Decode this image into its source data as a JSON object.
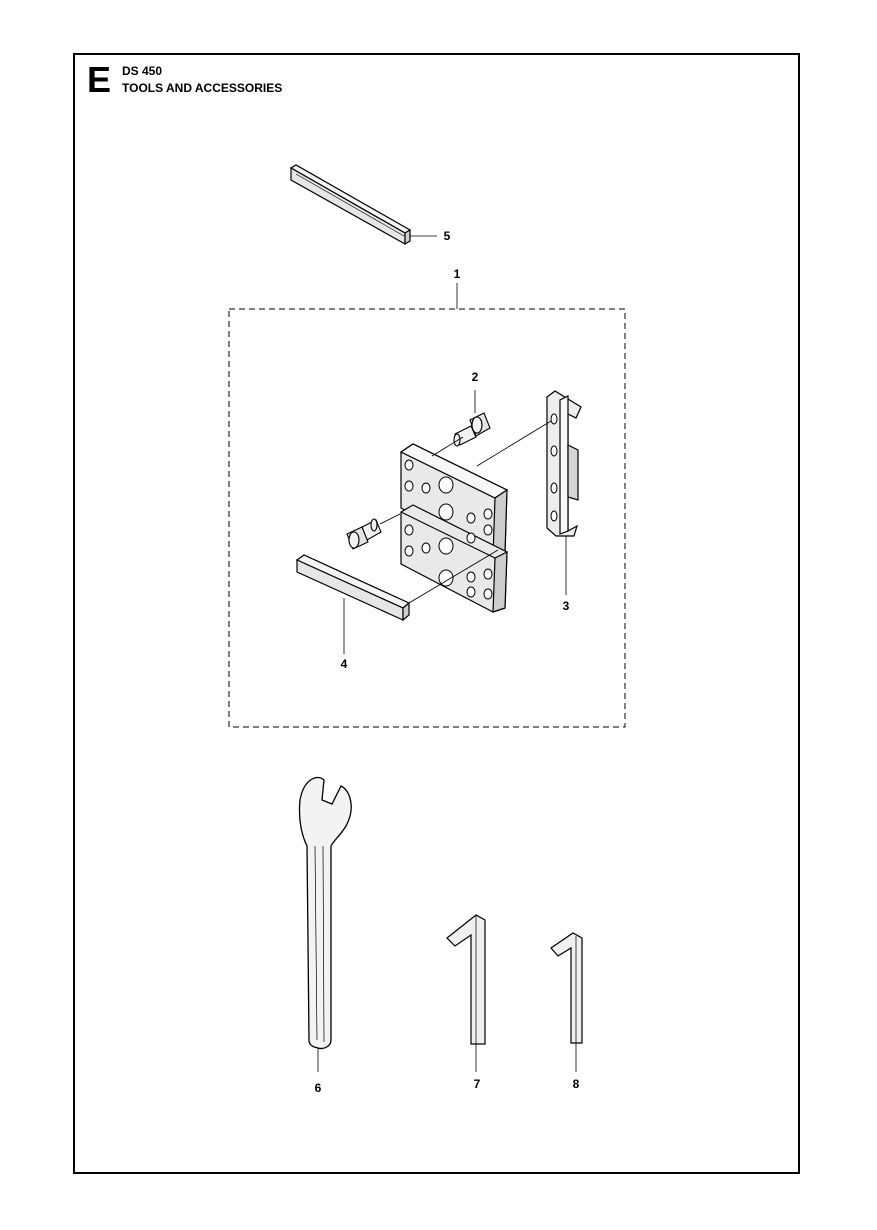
{
  "header": {
    "section_letter": "E",
    "model": "DS 450",
    "title": "TOOLS AND ACCESSORIES"
  },
  "callouts": [
    {
      "id": "1"
    },
    {
      "id": "2"
    },
    {
      "id": "3"
    },
    {
      "id": "4"
    },
    {
      "id": "5"
    },
    {
      "id": "6"
    },
    {
      "id": "7"
    },
    {
      "id": "8"
    }
  ]
}
